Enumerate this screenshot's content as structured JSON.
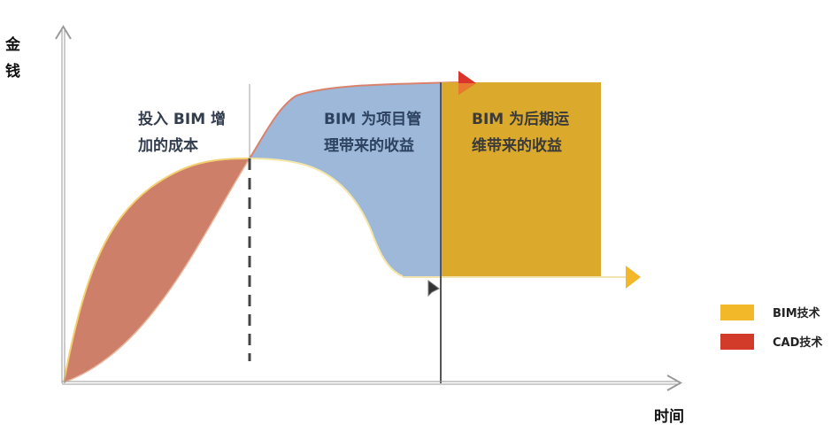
{
  "chart_data": {
    "type": "area",
    "title": "",
    "xlabel": "时间",
    "ylabel": "金钱",
    "regions": [
      {
        "name": "cost",
        "label_lines": [
          "投入 BIM 增",
          "加的成本"
        ],
        "color": "#CD7F6A"
      },
      {
        "name": "project-management-benefit",
        "label_lines": [
          "BIM 为项目管",
          "理带来的收益"
        ],
        "color": "#9DB8D8"
      },
      {
        "name": "operations-benefit",
        "label_lines": [
          "BIM 为后期运",
          "维带来的收益"
        ],
        "color": "#DBA92B"
      }
    ],
    "series": [
      {
        "name": "BIM技术",
        "color": "#F2B82A",
        "description": "rises quickly then plateaus, crosses CAD at the dashed line, then rises to top red arrow"
      },
      {
        "name": "CAD技术",
        "color": "#D23A2A",
        "description": "rises slowly, then drops after crossover toward the lower yellow arrow"
      }
    ],
    "annotations": [
      "dashed vertical line at crossover point",
      "solid vertical line separating project phase and operation phase"
    ],
    "legend_position": "bottom-right",
    "grid": false
  },
  "axes": {
    "y_label_chars": [
      "金",
      "钱"
    ],
    "x_label": "时间"
  },
  "regions": {
    "cost": {
      "line1": "投入 BIM 增",
      "line2": "加的成本"
    },
    "project": {
      "line1": "BIM 为项目管",
      "line2": "理带来的收益"
    },
    "operation": {
      "line1": "BIM 为后期运",
      "line2": "维带来的收益"
    }
  },
  "legend": [
    {
      "label": "BIM技术",
      "color": "#F2B82A"
    },
    {
      "label": "CAD技术",
      "color": "#D23A2A"
    }
  ],
  "colors": {
    "cost_fill": "#CD7F6A",
    "project_fill": "#9DB8D8",
    "operation_fill": "#DBA92B",
    "text_dark": "#2E3A4C",
    "axis": "#9A9A9A"
  }
}
